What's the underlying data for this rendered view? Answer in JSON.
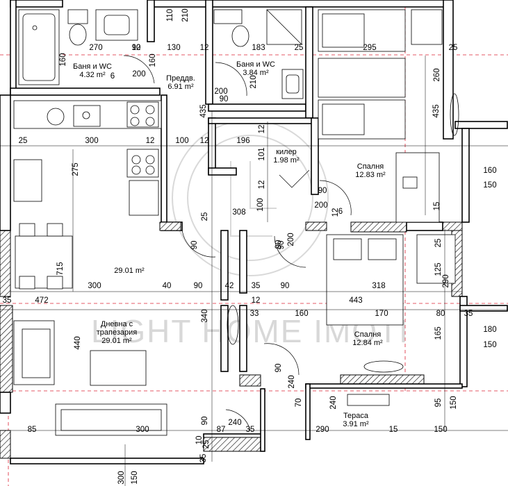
{
  "watermark": {
    "text": "LIGHT HOME IMOTI",
    "color": "#bdbdbd"
  },
  "colors": {
    "wall": "#000000",
    "axis": "#d22b2b",
    "furniture": "#000000"
  },
  "rooms": [
    {
      "name": "Баня и WC",
      "area": "4.32 m²"
    },
    {
      "name": "Преддв.",
      "area": "6.91 m²"
    },
    {
      "name": "Баня и WC",
      "area": "3.84 m²"
    },
    {
      "name": "килер",
      "area": "1.98 m²"
    },
    {
      "name": "Спалня",
      "area": "12.83 m²"
    },
    {
      "name": "",
      "area": "29.01 m²"
    },
    {
      "name": "Дневна с трапезария",
      "area": "29.01 m²"
    },
    {
      "name": "Спалня",
      "area": "12.84 m²"
    },
    {
      "name": "Тераса",
      "area": "3.91 m²"
    }
  ],
  "dimensions": [
    "110",
    "210",
    "270",
    "90",
    "12",
    "130",
    "12",
    "183",
    "25",
    "295",
    "25",
    "160",
    "200",
    "6",
    "160",
    "210",
    "260",
    "90",
    "200",
    "435",
    "25",
    "300",
    "12",
    "100",
    "12",
    "196",
    "12",
    "101",
    "12",
    "435",
    "275",
    "100",
    "12",
    "90",
    "160",
    "150",
    "308",
    "200",
    "6",
    "15",
    "25",
    "90",
    "90",
    "90",
    "200",
    "25",
    "715",
    "125",
    "300",
    "40",
    "90",
    "42",
    "35",
    "90",
    "318",
    "290",
    "35",
    "472",
    "12",
    "443",
    "33",
    "160",
    "170",
    "80",
    "35",
    "340",
    "180",
    "165",
    "150",
    "440",
    "90",
    "240",
    "70",
    "240",
    "95",
    "150",
    "90",
    "240",
    "87",
    "35",
    "290",
    "15",
    "150",
    "85",
    "300",
    "35",
    "10",
    "25",
    "300",
    "150"
  ]
}
